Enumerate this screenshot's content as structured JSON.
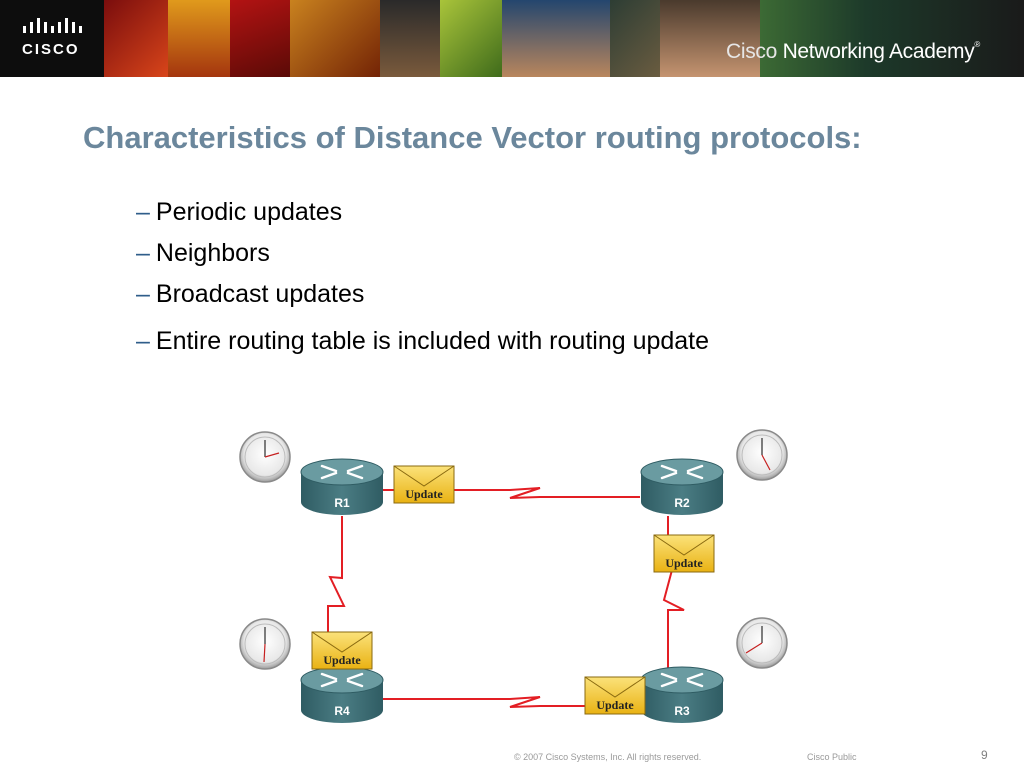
{
  "header": {
    "logo_text": "CISCO",
    "brand_prefix": "Cisco",
    "brand_name": "Networking Academy",
    "brand_mark": "®"
  },
  "slide": {
    "title": "Characteristics of Distance Vector routing protocols:",
    "bullets": [
      "Periodic updates",
      "Neighbors",
      "Broadcast updates",
      "Entire routing table is included with routing update"
    ],
    "bullet_marker": "–"
  },
  "diagram": {
    "routers": [
      "R1",
      "R2",
      "R3",
      "R4"
    ],
    "update_label": "Update",
    "icons": [
      "clock-icon",
      "router-icon",
      "envelope-icon",
      "serial-link-icon"
    ],
    "colors": {
      "link": "#e31e24",
      "router_top": "#5c8c92",
      "router_body": "#3f6f76",
      "envelope": "#f5c518"
    }
  },
  "footer": {
    "copyright": "© 2007 Cisco Systems, Inc. All rights reserved.",
    "classification": "Cisco Public",
    "page_number": "9"
  }
}
